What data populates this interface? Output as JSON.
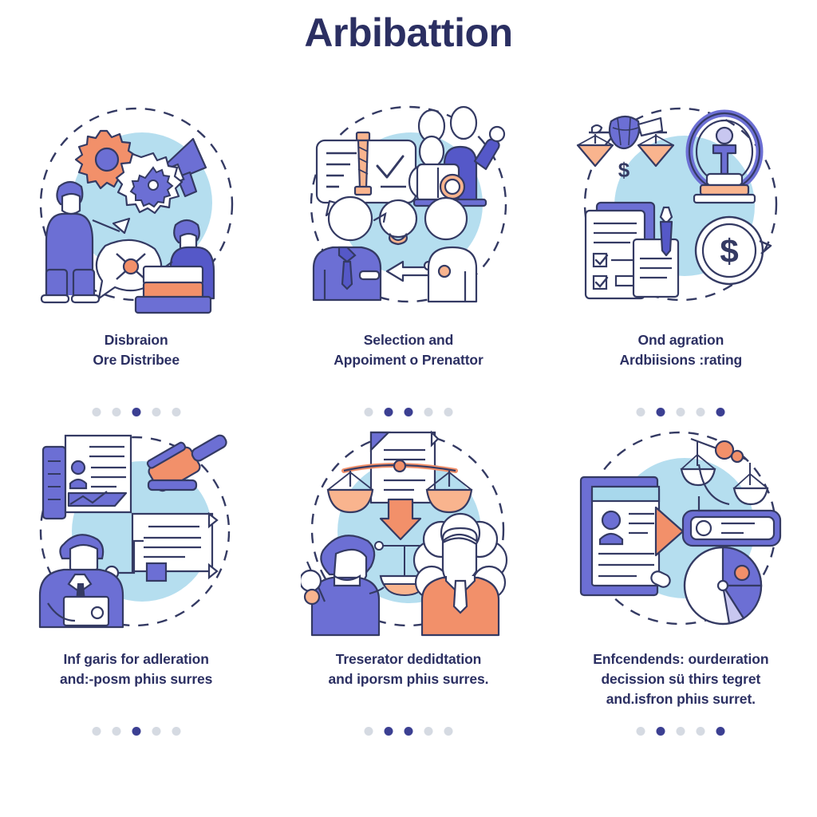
{
  "header": {
    "title": "Arbibattion"
  },
  "colors": {
    "title_text": "#2b2f62",
    "caption_text": "#2b2f62",
    "accent_purple": "#6c6fd4",
    "accent_purple_dark": "#5558c8",
    "accent_orange": "#f2906a",
    "accent_orange_light": "#f9b48e",
    "bubble_blue": "#a8d8ec",
    "outline_navy": "#343a63",
    "dot_active": "#3b3f92",
    "dot_inactive": "#d5dae2",
    "page_background": "#ffffff"
  },
  "cards": [
    {
      "id": "card-dispute-overview",
      "illustration": "gears-megaphone-people-books",
      "icon_names": [
        "gear-icon",
        "megaphone-icon",
        "person-icon",
        "speech-bubble-icon",
        "books-icon"
      ],
      "caption_lines": [
        "Disbraion",
        "Ore Distribee"
      ],
      "dots": {
        "count": 5,
        "active": [
          3
        ]
      }
    },
    {
      "id": "card-selection-appointment",
      "illustration": "checklist-board-people-arrow",
      "icon_names": [
        "checklist-board-icon",
        "check-icon",
        "person-icon",
        "arrow-left-icon"
      ],
      "caption_lines": [
        "Selection and",
        "Appoiment o Prenattor"
      ],
      "dots": {
        "count": 5,
        "active": [
          2,
          3
        ]
      }
    },
    {
      "id": "card-arbitration-hearing",
      "illustration": "scales-trophy-documents-coin",
      "icon_names": [
        "scales-icon",
        "trophy-icon",
        "document-icon",
        "pen-icon",
        "dollar-coin-icon",
        "dollar-sign-icon"
      ],
      "caption_lines": [
        "Ond agration",
        "Ardbiisions :rating"
      ],
      "dots": {
        "count": 5,
        "active": [
          2,
          5
        ]
      }
    },
    {
      "id": "card-evidence-gavel",
      "illustration": "document-gavel-lawyer",
      "icon_names": [
        "document-profile-icon",
        "gavel-icon",
        "document-icon",
        "lawyer-icon",
        "briefcase-icon"
      ],
      "caption_lines": [
        "Inf garis for adleration",
        "and:-posm phiıs surres"
      ],
      "dots": {
        "count": 5,
        "active": [
          3
        ]
      }
    },
    {
      "id": "card-deliberation",
      "illustration": "document-scales-arrow-two-people",
      "icon_names": [
        "document-icon",
        "scales-icon",
        "arrow-down-icon",
        "person-icon",
        "judge-icon"
      ],
      "caption_lines": [
        "Treserator dedidtation",
        "and iporsm phiıs surres."
      ],
      "dots": {
        "count": 5,
        "active": [
          2,
          3
        ]
      }
    },
    {
      "id": "card-enforcement",
      "illustration": "profile-card-input-scales-piechart",
      "icon_names": [
        "profile-card-icon",
        "arrow-right-icon",
        "input-bar-icon",
        "scales-icon",
        "pie-chart-icon"
      ],
      "caption_lines": [
        "Enfcendends: ourdeıration",
        "decission sü thirs tegret",
        "and.isfron phiıs surret."
      ],
      "dots": {
        "count": 5,
        "active": [
          2,
          5
        ]
      }
    }
  ]
}
